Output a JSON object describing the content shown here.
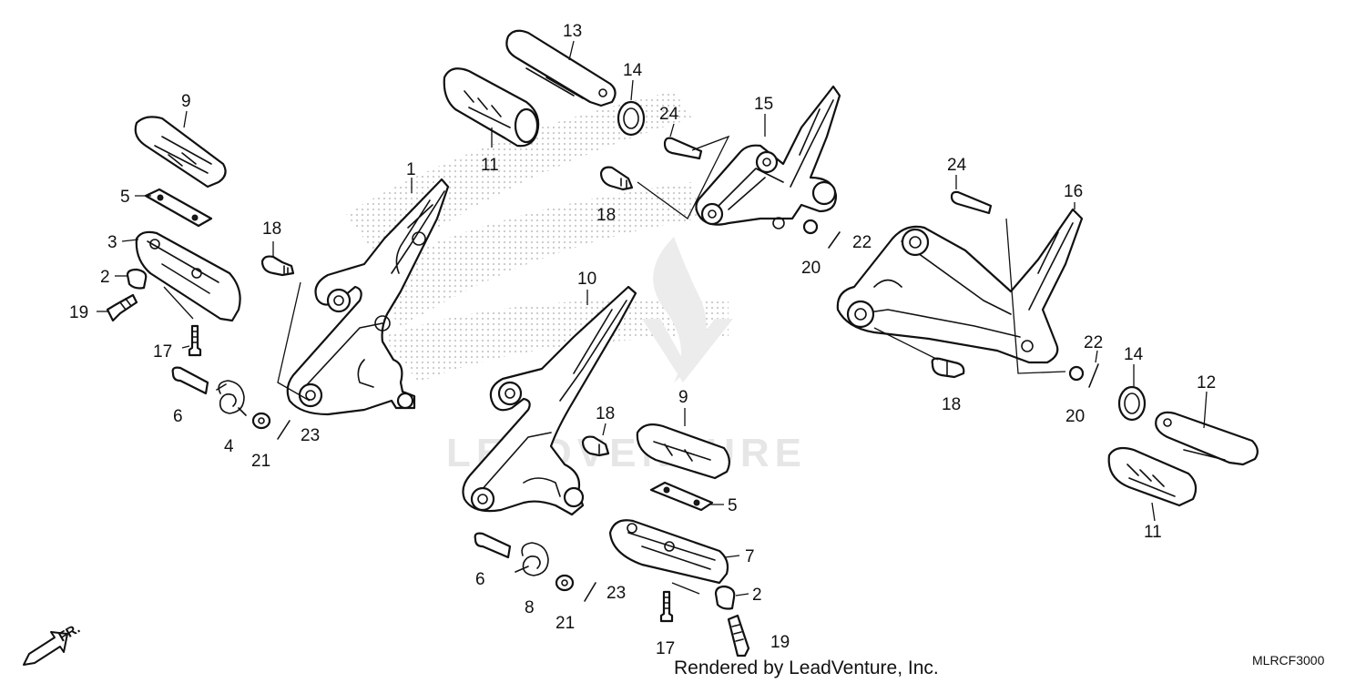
{
  "diagram": {
    "callouts": [
      {
        "id": "c1",
        "label": "1"
      },
      {
        "id": "c2a",
        "label": "2"
      },
      {
        "id": "c2b",
        "label": "2"
      },
      {
        "id": "c3",
        "label": "3"
      },
      {
        "id": "c4",
        "label": "4"
      },
      {
        "id": "c5a",
        "label": "5"
      },
      {
        "id": "c5b",
        "label": "5"
      },
      {
        "id": "c6a",
        "label": "6"
      },
      {
        "id": "c6b",
        "label": "6"
      },
      {
        "id": "c7",
        "label": "7"
      },
      {
        "id": "c8",
        "label": "8"
      },
      {
        "id": "c9a",
        "label": "9"
      },
      {
        "id": "c9b",
        "label": "9"
      },
      {
        "id": "c10",
        "label": "10"
      },
      {
        "id": "c11a",
        "label": "11"
      },
      {
        "id": "c11b",
        "label": "11"
      },
      {
        "id": "c12",
        "label": "12"
      },
      {
        "id": "c13",
        "label": "13"
      },
      {
        "id": "c14a",
        "label": "14"
      },
      {
        "id": "c14b",
        "label": "14"
      },
      {
        "id": "c15",
        "label": "15"
      },
      {
        "id": "c16",
        "label": "16"
      },
      {
        "id": "c17a",
        "label": "17"
      },
      {
        "id": "c17b",
        "label": "17"
      },
      {
        "id": "c18a",
        "label": "18"
      },
      {
        "id": "c18b",
        "label": "18"
      },
      {
        "id": "c18c",
        "label": "18"
      },
      {
        "id": "c18d",
        "label": "18"
      },
      {
        "id": "c19a",
        "label": "19"
      },
      {
        "id": "c19b",
        "label": "19"
      },
      {
        "id": "c20a",
        "label": "20"
      },
      {
        "id": "c20b",
        "label": "20"
      },
      {
        "id": "c21a",
        "label": "21"
      },
      {
        "id": "c21b",
        "label": "21"
      },
      {
        "id": "c22a",
        "label": "22"
      },
      {
        "id": "c22b",
        "label": "22"
      },
      {
        "id": "c23a",
        "label": "23"
      },
      {
        "id": "c23b",
        "label": "23"
      },
      {
        "id": "c24a",
        "label": "24"
      },
      {
        "id": "c24b",
        "label": "24"
      }
    ],
    "direction_label": "FR.",
    "watermark_text": "LEADVENTURE",
    "footer_text": "Rendered by LeadVenture, Inc.",
    "diagram_code": "MLRCF3000"
  }
}
